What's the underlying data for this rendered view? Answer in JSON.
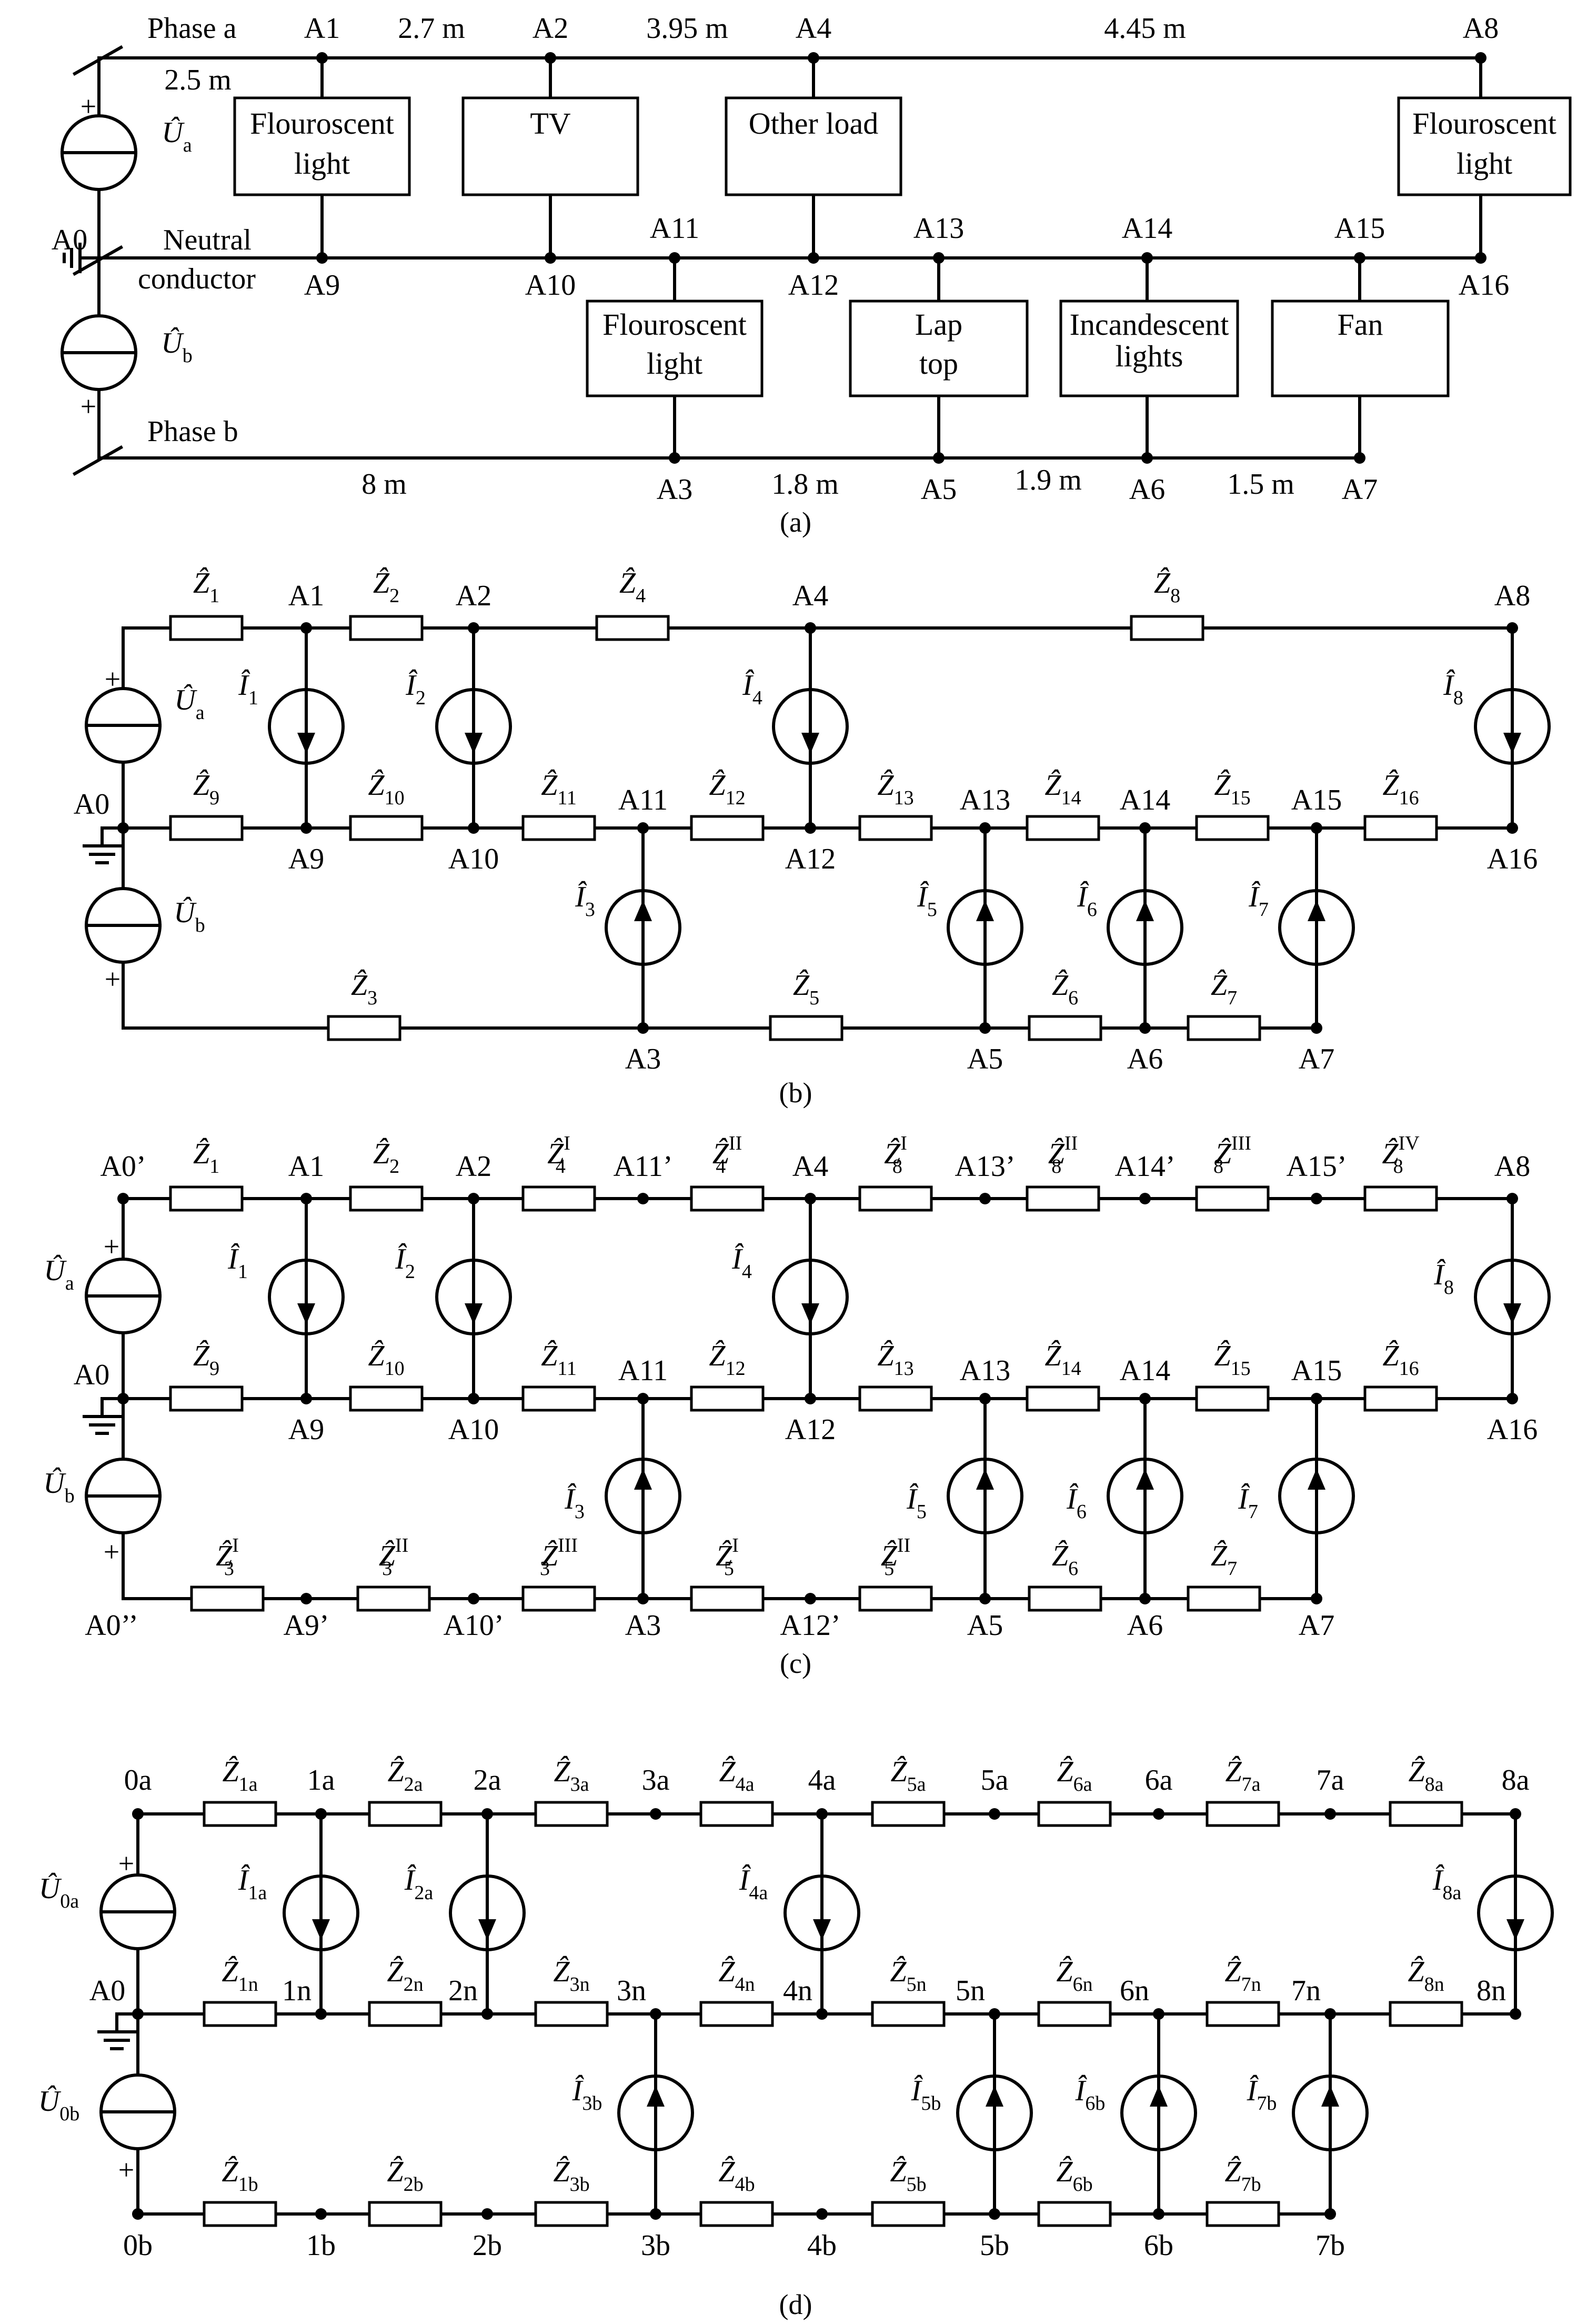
{
  "captions": [
    "(a)",
    "(b)",
    "(c)",
    "(d)"
  ],
  "panel_a": {
    "phase_a": "Phase a",
    "phase_b": "Phase b",
    "neutral_1": "Neutral",
    "neutral_2": "conductor",
    "ground_node": "A0",
    "src_a": "Û",
    "src_a_sub": "a",
    "src_b": "Û",
    "src_b_sub": "b",
    "nodes": {
      "A1": "A1",
      "A2": "A2",
      "A4": "A4",
      "A8": "A8",
      "A9": "A9",
      "A10": "A10",
      "A11": "A11",
      "A12": "A12",
      "A13": "A13",
      "A14": "A14",
      "A15": "A15",
      "A16": "A16",
      "A3": "A3",
      "A5": "A5",
      "A6": "A6",
      "A7": "A7"
    },
    "distances": {
      "d_a0": "2.5 m",
      "d_a12": "2.7 m",
      "d_a24": "3.95 m",
      "d_a48": "4.45 m",
      "d_b3": "8 m",
      "d_b35": "1.8 m",
      "d_b56": "1.9 m",
      "d_b67": "1.5 m"
    },
    "loads": {
      "fl1_1": "Flouroscent",
      "fl1_2": "light",
      "tv": "TV",
      "other": "Other load",
      "fl8_1": "Flouroscent",
      "fl8_2": "light",
      "fl3_1": "Flouroscent",
      "fl3_2": "light",
      "lap_1": "Lap",
      "lap_2": "top",
      "inc_1": "Incandescent",
      "inc_2": "lights",
      "fan": "Fan"
    }
  },
  "panel_b": {
    "nodes": {
      "A0": "A0",
      "A1": "A1",
      "A2": "A2",
      "A4": "A4",
      "A8": "A8",
      "A9": "A9",
      "A10": "A10",
      "A11": "A11",
      "A12": "A12",
      "A13": "A13",
      "A14": "A14",
      "A15": "A15",
      "A16": "A16",
      "A3": "A3",
      "A5": "A5",
      "A6": "A6",
      "A7": "A7"
    },
    "impedances": {
      "z1": "1",
      "z2": "2",
      "z4": "4",
      "z8": "8",
      "z9": "9",
      "z10": "10",
      "z11": "11",
      "z12": "12",
      "z13": "13",
      "z14": "14",
      "z15": "15",
      "z16": "16",
      "z3": "3",
      "z5": "5",
      "z6": "6",
      "z7": "7"
    },
    "currents": {
      "i1": "1",
      "i2": "2",
      "i4": "4",
      "i8": "8",
      "i3": "3",
      "i5": "5",
      "i6": "6",
      "i7": "7"
    }
  },
  "panel_c": {
    "nodes": {
      "A0p": "A0’",
      "A1": "A1",
      "A2": "A2",
      "A11p": "A11’",
      "A4": "A4",
      "A13p": "A13’",
      "A14p": "A14’",
      "A15p": "A15’",
      "A8": "A8",
      "A0": "A0",
      "A9": "A9",
      "A10": "A10",
      "A11": "A11",
      "A12": "A12",
      "A13": "A13",
      "A14": "A14",
      "A15": "A15",
      "A16": "A16",
      "A0pp": "A0’’",
      "A9p": "A9’",
      "A10p": "A10’",
      "A3": "A3",
      "A12p": "A12’",
      "A5": "A5",
      "A6": "A6",
      "A7": "A7"
    },
    "impedances": {
      "z1": "1",
      "z2": "2",
      "z4I": "4",
      "z4II": "4",
      "z8I": "8",
      "z8II": "8",
      "z8III": "8",
      "z8IV": "8",
      "z9": "9",
      "z10": "10",
      "z11": "11",
      "z12": "12",
      "z13": "13",
      "z14": "14",
      "z15": "15",
      "z16": "16",
      "z3I": "3",
      "z3II": "3",
      "z3III": "3",
      "z5I": "5",
      "z5II": "5",
      "z6": "6",
      "z7": "7"
    },
    "sup": {
      "I": "I",
      "II": "II",
      "III": "III",
      "IV": "IV"
    },
    "currents": {
      "i1": "1",
      "i2": "2",
      "i4": "4",
      "i8": "8",
      "i3": "3",
      "i5": "5",
      "i6": "6",
      "i7": "7"
    }
  },
  "panel_d": {
    "nodes_a": [
      "0a",
      "1a",
      "2a",
      "3a",
      "4a",
      "5a",
      "6a",
      "7a",
      "8a"
    ],
    "nodes_n": [
      "A0",
      "1n",
      "2n",
      "3n",
      "4n",
      "5n",
      "6n",
      "7n",
      "8n"
    ],
    "nodes_b": [
      "0b",
      "1b",
      "2b",
      "3b",
      "4b",
      "5b",
      "6b",
      "7b"
    ],
    "z_a": [
      "1a",
      "2a",
      "3a",
      "4a",
      "5a",
      "6a",
      "7a",
      "8a"
    ],
    "z_n": [
      "1n",
      "2n",
      "3n",
      "4n",
      "5n",
      "6n",
      "7n",
      "8n"
    ],
    "z_b": [
      "1b",
      "2b",
      "3b",
      "4b",
      "5b",
      "6b",
      "7b"
    ],
    "i_a": [
      "1a",
      "2a",
      "4a",
      "8a"
    ],
    "i_b": [
      "3b",
      "5b",
      "6b",
      "7b"
    ],
    "src_a_sub": "0a",
    "src_b_sub": "0b"
  },
  "symbols": {
    "z": "Ẑ",
    "i": "Î",
    "u": "Û"
  },
  "plus": "+"
}
